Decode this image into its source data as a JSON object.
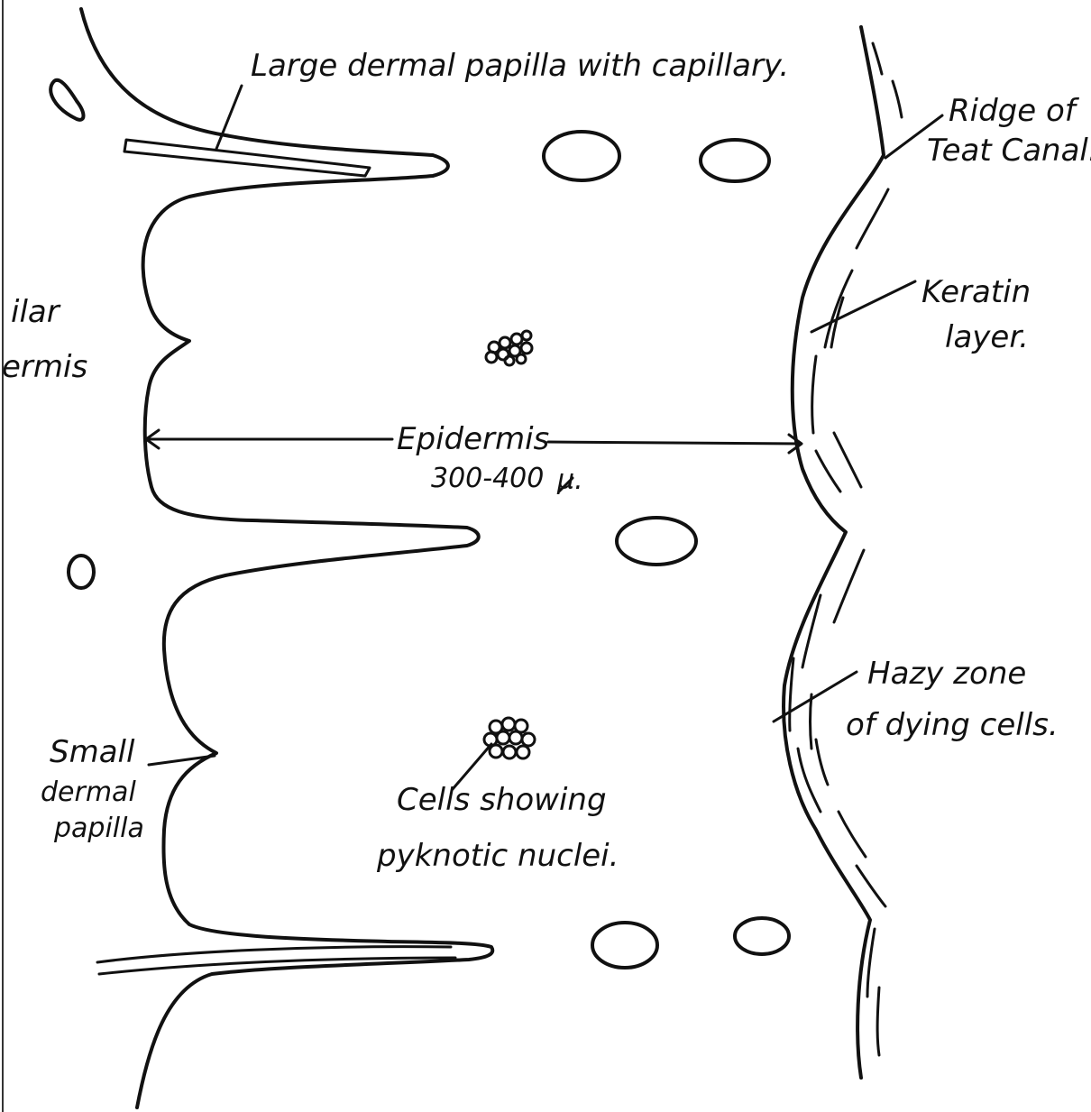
{
  "labels": {
    "large_papilla": "Large dermal papilla with capillary.",
    "ridge_line1": "Ridge of",
    "ridge_line2": "Teat Canal.",
    "keratin_line1": "Keratin",
    "keratin_line2": "layer.",
    "left_fragment1": "ilar",
    "left_fragment2": "ermis",
    "epidermis": "Epidermis",
    "epidermis_size": "300-400",
    "epidermis_unit": "µ.",
    "hazy_line1": "Hazy zone",
    "hazy_line2": "of dying cells.",
    "small_line1": "Small",
    "small_line2": "dermal",
    "small_line3": "papilla",
    "cells_line1": "Cells showing",
    "cells_line2": "pyknotic nuclei."
  },
  "colors": {
    "ink": "#111111",
    "paper": "#ffffff"
  }
}
